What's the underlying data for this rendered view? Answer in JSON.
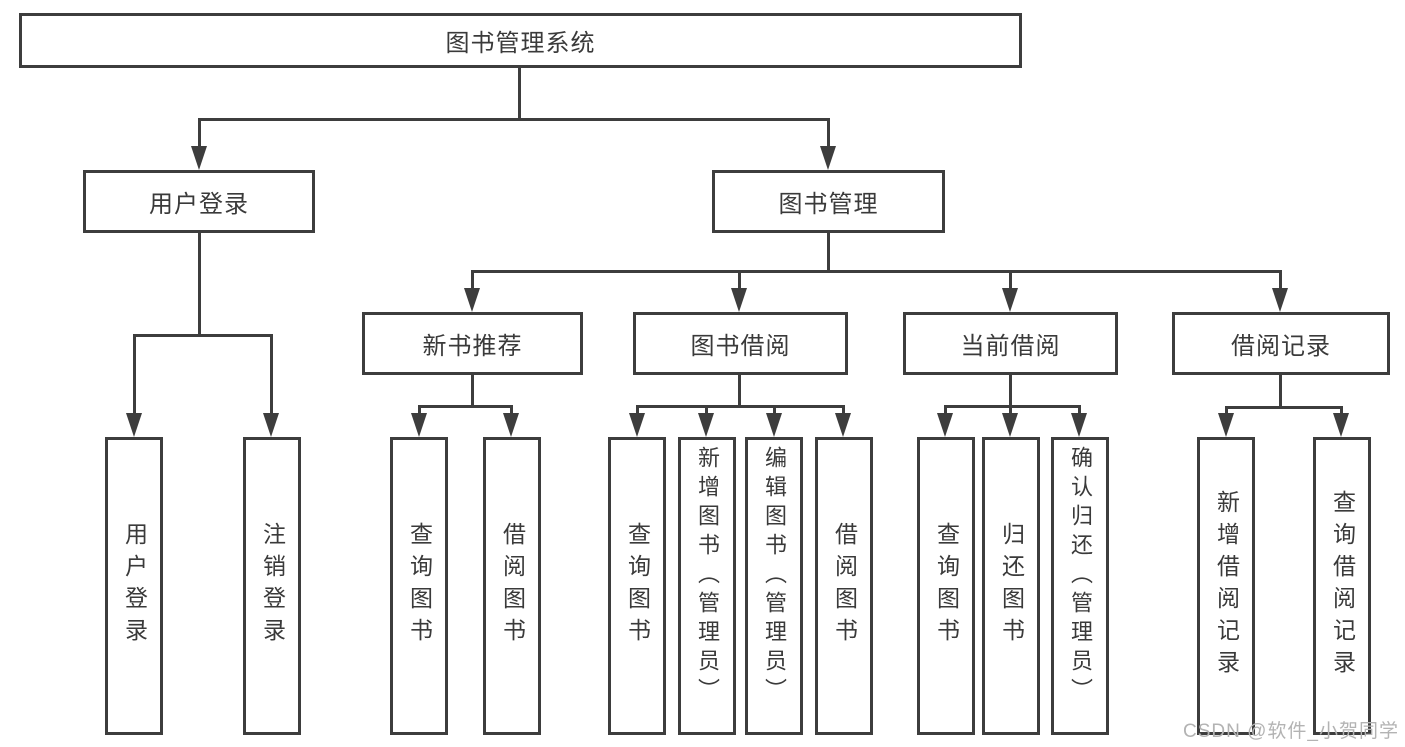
{
  "diagram": {
    "root": {
      "label": "图书管理系统"
    },
    "branches": [
      {
        "label": "用户登录",
        "children": [
          {
            "label": "用户登录"
          },
          {
            "label": "注销登录"
          }
        ]
      },
      {
        "label": "图书管理",
        "children": [
          {
            "label": "新书推荐",
            "children": [
              {
                "label": "查询图书"
              },
              {
                "label": "借阅图书"
              }
            ]
          },
          {
            "label": "图书借阅",
            "children": [
              {
                "label": "查询图书"
              },
              {
                "label": "新增图书（管理员）"
              },
              {
                "label": "编辑图书（管理员）"
              },
              {
                "label": "借阅图书"
              }
            ]
          },
          {
            "label": "当前借阅",
            "children": [
              {
                "label": "查询图书"
              },
              {
                "label": "归还图书"
              },
              {
                "label": "确认归还（管理员）"
              }
            ]
          },
          {
            "label": "借阅记录",
            "children": [
              {
                "label": "新增借阅记录"
              },
              {
                "label": "查询借阅记录"
              }
            ]
          }
        ]
      }
    ]
  },
  "watermark": {
    "text": "CSDN @软件_小贺同学"
  },
  "colors": {
    "line": "#3d3d3d",
    "text": "#3a3a3a",
    "watermark": "#b3b3b3",
    "background": "#ffffff"
  }
}
